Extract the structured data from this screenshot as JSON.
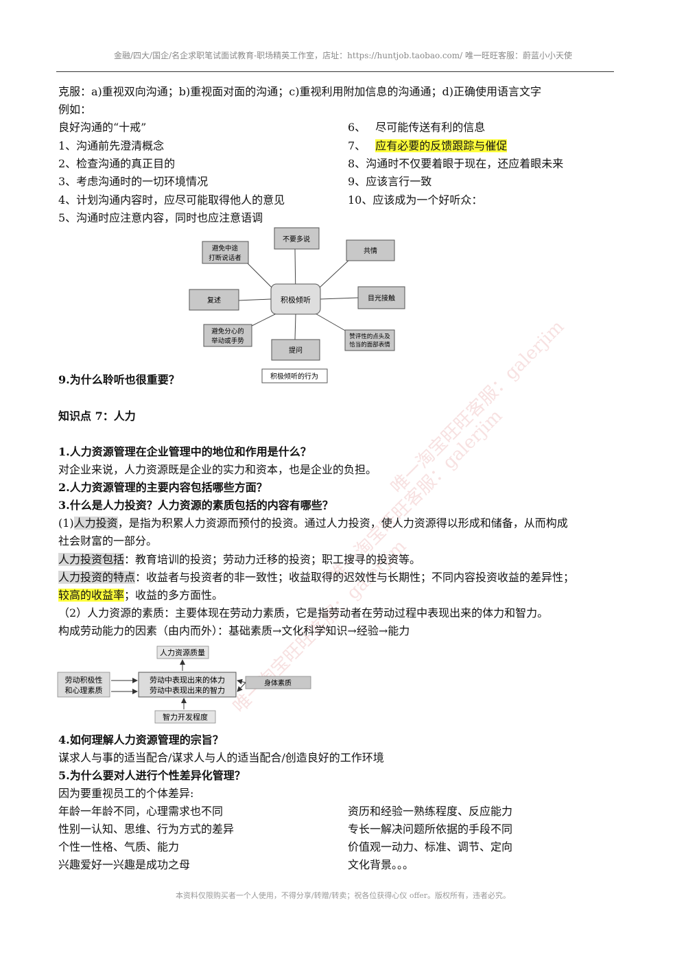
{
  "header": "金融/四大/国企/名企求职笔试面试教育-职场精英工作室，店址：https://huntjob.taobao.com/ 唯一旺旺客服：蔚蓝小小天使",
  "overcome": "克服：a)重视双向沟通；b)重视面对面的沟通；c)重视利用附加信息的沟通通；d)正确使用语言文字",
  "example": "例如：",
  "ten_title": "良好沟通的“十戒”",
  "ten_left": [
    "1、沟通前先澄清概念",
    "2、检查沟通的真正目的",
    "3、考虑沟通时的一切环境情况",
    "4、计划沟通内容时，应尽可能取得他人的意见",
    "5、沟通时应注意内容，同时也应注意语调"
  ],
  "ten_right": [
    {
      "num": "6、",
      "text": "尽可能传送有利的信息"
    },
    {
      "num": "7、",
      "text": "应有必要的反馈跟踪与催促"
    },
    {
      "num": "8、",
      "text": "沟通时不仅要着眼于现在，还应着眼未来"
    },
    {
      "num": "9、",
      "text": "应该言行一致"
    },
    {
      "num": "10、",
      "text": "应该成为一个好听众："
    }
  ],
  "listening_diagram": {
    "center": "积极倾听",
    "top": "不要多说",
    "top_left": [
      "避免中途",
      "打断说话者"
    ],
    "top_right": "共情",
    "left": "复述",
    "right": "目光接触",
    "bottom_left": [
      "避免分心的",
      "举动或手势"
    ],
    "bottom": "提问",
    "bottom_right": [
      "赞评性的点头及",
      "恰当的面部表情"
    ],
    "caption": "积极倾听的行为"
  },
  "q9": "9.为什么聆听也很重要？",
  "knowledge_title": "知识点 7：人力",
  "q1": "1.人力资源管理在企业管理中的地位和作用是什么？",
  "a1": "对企业来说，人力资源既是企业的实力和资本，也是企业的负担。",
  "q2": "2.人力资源管理的主要内容包括哪些方面？",
  "q3": "3.什么是人力投资？人力资源的素质包括的内容有哪些？",
  "a3_1_prefix": "(1)",
  "a3_1_term": "人力投资",
  "a3_1_rest": "，是指为积累人力资源而预付的投资。通过人力投资，使人力资源得以形成和储备，从而构成",
  "a3_1_cont": "社会财富的一部分。",
  "a3_inc_term": "人力投资包括",
  "a3_inc_rest": "：教育培训的投资；劳动力迁移的投资；职工搜寻的投资等。",
  "a3_feat_term": "人力投资的特点",
  "a3_feat_rest": "：收益者与投资者的非一致性；收益取得的迟效性与长期性；不同内容投资收益的差异性；",
  "a3_feat_hl": "较高的收益率",
  "a3_feat_rest2": "；收益的多方面性。",
  "a3_2": "（2）人力资源的素质：主要体现在劳动力素质，它是指劳动者在劳动过程中表现出来的体力和智力。",
  "a3_3": "构成劳动能力的因素（由内而外）：基础素质→文化科学知识→经验→能力",
  "labor_diagram": {
    "top": "人力资源质量",
    "left": [
      "劳动积极性",
      "和心理素质"
    ],
    "center": [
      "劳动中表现出来的体力",
      "劳动中表现出来的智力"
    ],
    "right": "身体素质",
    "bottom": "智力开发程度"
  },
  "q4": "4.如何理解人力资源管理的宗旨？",
  "a4": "谋求人与事的适当配合/谋求人与人的适当配合/创造良好的工作环境",
  "q5": "5.为什么要对人进行个性差异化管理？",
  "a5_intro": "因为要重视员工的个体差异:",
  "diff_left": [
    "年龄一年龄不同，心理需求也不同",
    "性别一认知、思维、行为方式的差异",
    "个性一性格、气质、能力",
    "兴趣爱好一兴趣是成功之母"
  ],
  "diff_right": [
    "资历和经验一熟练程度、反应能力",
    "专长一解决问题所依据的手段不同",
    "价值观一动力、标准、调节、定向",
    "文化背景。。。"
  ],
  "footer": "本资料仅限购买者一个人使用，不得分享/转赠/转卖；祝各位获得心仪 offer。版权所有，违者必究。",
  "watermark": "唯一淘宝旺旺客服：galerjim"
}
